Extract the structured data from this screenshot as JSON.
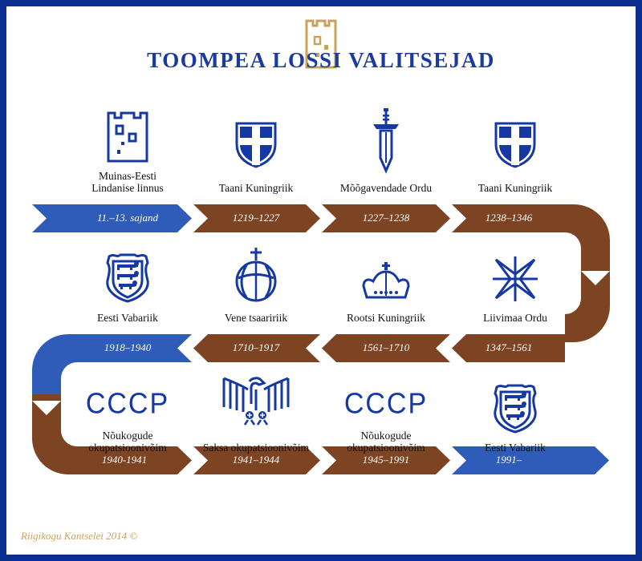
{
  "title": "TOOMPEA LOSSI VALITSEJAD",
  "footer": "Riigikogu Kantselei 2014 ©",
  "colors": {
    "blue": "#2f5cb8",
    "brown": "#7d4424",
    "border": "#0a2d8f",
    "gold": "#c9a25e",
    "iconBlue": "#1538a4"
  },
  "rows": [
    {
      "items": [
        {
          "label": "Muinas-Eesti\nLindanise linnus",
          "period": "11.–13. sajand",
          "icon": "tower-icon",
          "color": "blue"
        },
        {
          "label": "Taani Kuningriik",
          "period": "1219–1227",
          "icon": "danish-shield-icon",
          "color": "brown"
        },
        {
          "label": "Mõõgavendade Ordu",
          "period": "1227–1238",
          "icon": "sword-icon",
          "color": "brown"
        },
        {
          "label": "Taani Kuningriik",
          "period": "1238–1346",
          "icon": "danish-shield-icon",
          "color": "brown"
        }
      ]
    },
    {
      "items": [
        {
          "label": "Eesti Vabariik",
          "period": "1918–1940",
          "icon": "estonian-coat-of-arms-icon",
          "color": "blue"
        },
        {
          "label": "Vene tsaaririik",
          "period": "1710–1917",
          "icon": "globus-cruciger-icon",
          "color": "brown"
        },
        {
          "label": "Rootsi Kuningriik",
          "period": "1561–1710",
          "icon": "crown-icon",
          "color": "brown"
        },
        {
          "label": "Liivimaa Ordu",
          "period": "1347–1561",
          "icon": "order-cross-icon",
          "color": "brown"
        }
      ]
    },
    {
      "items": [
        {
          "label": "Nõukogude\nokupatsioonivõim",
          "period": "1940-1941",
          "icon": "cccp-icon",
          "color": "brown"
        },
        {
          "label": "Saksa okupatsioonivõim",
          "period": "1941–1944",
          "icon": "eagle-icon",
          "color": "brown"
        },
        {
          "label": "Nõukogude\nokupatsioonivõim",
          "period": "1945–1991",
          "icon": "cccp-icon",
          "color": "brown"
        },
        {
          "label": "Eesti Vabariik",
          "period": "1991–",
          "icon": "estonian-coat-of-arms-icon",
          "color": "blue"
        }
      ]
    }
  ],
  "icons": {
    "cccp": "CCCP"
  }
}
